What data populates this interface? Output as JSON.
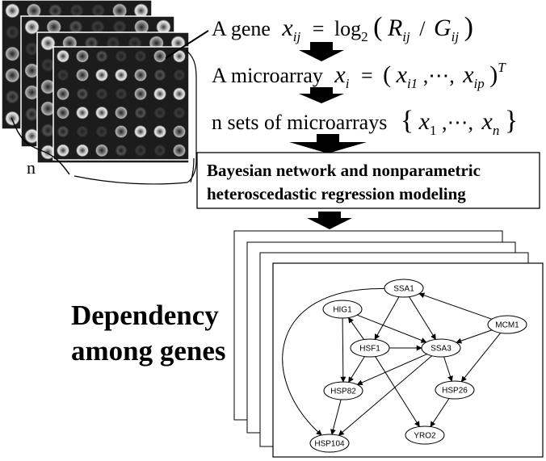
{
  "eq1": {
    "lead": "A gene",
    "var": "x",
    "sub": "ij",
    "eq": "=",
    "fn": "log",
    "fn_sub": "2",
    "open": "(",
    "num": "R",
    "num_sub": "ij",
    "slash": "/",
    "den": "G",
    "den_sub": "ij",
    "close": ")"
  },
  "eq2": {
    "lead": "A microarray",
    "var": "x",
    "sub": "i",
    "eq": "=",
    "open": "(",
    "e1": "x",
    "e1_sub": "i1",
    "dots": ",⋯,",
    "e2": "x",
    "e2_sub": "ip",
    "close": ")",
    "sup": "T"
  },
  "eq3": {
    "lead": "n sets of microarrays",
    "open": "{",
    "e1": "x",
    "e1_sub": "1",
    "dots": ",⋯,",
    "e2": "x",
    "e2_sub": "n",
    "close": "}"
  },
  "n_label": "n",
  "model_box": {
    "line1": "Bayesian network and nonparametric",
    "line2": "heteroscedastic regression modeling"
  },
  "dependency": {
    "line1": "Dependency",
    "line2": "among genes"
  },
  "network": {
    "nodes": [
      {
        "id": "SSA1",
        "label": "SSA1"
      },
      {
        "id": "HIG1",
        "label": "HIG1"
      },
      {
        "id": "MCM1",
        "label": "MCM1"
      },
      {
        "id": "HSF1",
        "label": "HSF1"
      },
      {
        "id": "SSA3",
        "label": "SSA3"
      },
      {
        "id": "HSP82",
        "label": "HSP82"
      },
      {
        "id": "HSP26",
        "label": "HSP26"
      },
      {
        "id": "HSP104",
        "label": "HSP104"
      },
      {
        "id": "YRO2",
        "label": "YRO2"
      }
    ],
    "edges": [
      [
        "SSA1",
        "HSF1"
      ],
      [
        "SSA1",
        "SSA3"
      ],
      [
        "SSA1",
        "HSP104"
      ],
      [
        "MCM1",
        "SSA1"
      ],
      [
        "MCM1",
        "SSA3"
      ],
      [
        "MCM1",
        "HSP26"
      ],
      [
        "HIG1",
        "SSA3"
      ],
      [
        "HIG1",
        "HSP82"
      ],
      [
        "HSF1",
        "HIG1"
      ],
      [
        "HSF1",
        "SSA3"
      ],
      [
        "HSF1",
        "HSP82"
      ],
      [
        "HSF1",
        "YRO2"
      ],
      [
        "SSA3",
        "HSP82"
      ],
      [
        "SSA3",
        "HSP26"
      ],
      [
        "SSA3",
        "HSP104"
      ],
      [
        "HSP82",
        "HSP104"
      ],
      [
        "HSP26",
        "YRO2"
      ]
    ]
  }
}
